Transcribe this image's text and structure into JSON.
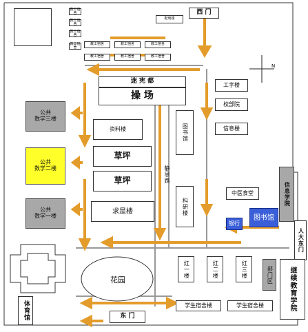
{
  "labels": {
    "west_gate": "西 门",
    "east_gate": "东 门",
    "north_building": "配电楼",
    "top_left_1": "教工宿舍",
    "top_left_2": "教工宿舍",
    "top_left_3": "教工宿舍",
    "top_row_1": "教工宿舍",
    "top_row_2": "教工宿舍",
    "top_row_3": "教工宿舍",
    "top_row_4": "教工宿舍",
    "stadium_top": "迷 宪 都",
    "stadium": "操 场",
    "engineering": "工字楼",
    "admin": "校部院",
    "info": "信息楼",
    "science": "资料楼",
    "library_west": "图书馆",
    "research": "科研楼",
    "lawn1": "草坪",
    "lawn2": "草坪",
    "road_name": "静思路",
    "qiushi": "求是楼",
    "garden": "花园",
    "math3": "公共\n数学三楼",
    "math2": "公共\n数学二楼",
    "math1": "公共\n数学一楼",
    "gym": "体育馆",
    "canteen": "中医食堂",
    "library": "图书馆",
    "bank": "银行",
    "info_school": "信息学院",
    "south_gate": "人大东门",
    "dorm_red1": "红一楼",
    "dorm_red2": "红二楼",
    "dorm_red3": "红三楼",
    "dorm_s1": "学生宿舍楼",
    "dorm_s2": "学生宿舍楼",
    "dept": "部门区",
    "continuing_ed": "继续教育学院",
    "compass_n": "N"
  },
  "colors": {
    "road_arrow": "#e39c2b",
    "road_line": "#888888",
    "public_building": "#a8a8a8",
    "highlight_building": "#ffff2a",
    "library": "#3a5fd8"
  }
}
